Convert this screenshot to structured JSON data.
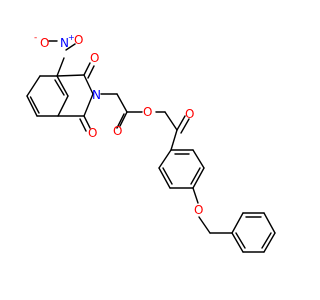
{
  "molecule": {
    "atom_labels": {
      "nitro_n": "N",
      "nitro_n_charge": "+",
      "nitro_o_left": "O",
      "nitro_o_left_charge": "-",
      "nitro_o_right": "O",
      "imide_carbonyl_o_top": "O",
      "imide_n": "N",
      "imide_carbonyl_o_bottom": "O",
      "ester_carbonyl_o": "O",
      "ester_o": "O",
      "ketone_o": "O",
      "ether_o": "O"
    },
    "colors": {
      "bond": "#000000",
      "nitrogen": "#0000ff",
      "oxygen": "#ff0000"
    }
  }
}
